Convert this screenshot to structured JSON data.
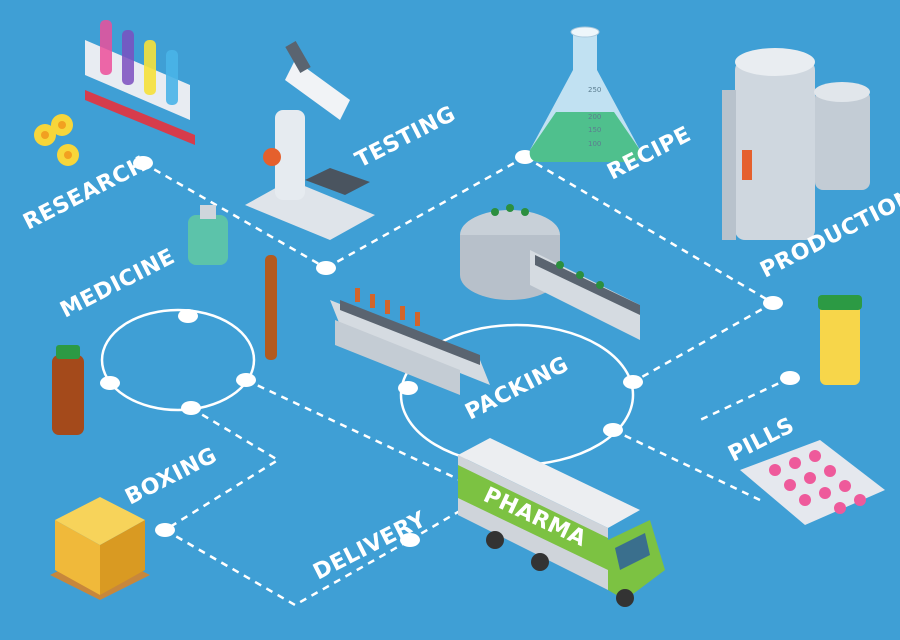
{
  "labels": {
    "research": "RESEARCH",
    "testing": "TESTING",
    "recipe": "RECIPE",
    "production": "PRODUCTION",
    "medicine": "MEDICINE",
    "packing": "PACKING",
    "pills": "PILLS",
    "boxing": "BOXING",
    "delivery": "DELIVERY"
  },
  "truck_text": "PHARMA",
  "flask_marks": [
    "250",
    "200",
    "150",
    "100"
  ],
  "colors": {
    "background": "#3f9fd5",
    "lines": "#ffffff",
    "truck_green": "#7cc242",
    "liquid_green": "#4fc08d"
  }
}
